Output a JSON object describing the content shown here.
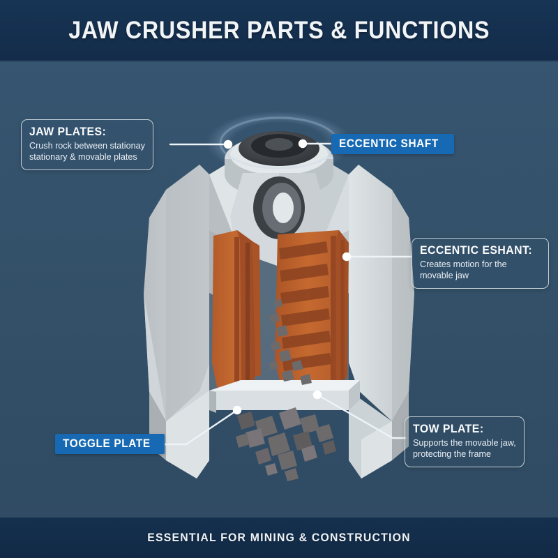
{
  "header": {
    "title": "Jaw Crusher Parts & Functions"
  },
  "footer": {
    "text": "Essential for Mining & Construction"
  },
  "colors": {
    "background": "#355470",
    "band": "#15304f",
    "badge_blue": "#1669b2",
    "callout_stroke": "#e9f0f5",
    "machine_body_light": "#dfe4e6",
    "machine_body_mid": "#c3cacd",
    "machine_body_dark": "#a9aeb0",
    "jaw_plate_orange": "#c2642f",
    "jaw_plate_groove": "#8e4422",
    "bearing_dark": "#3a3f44",
    "rock_gray": "#6d6a6c"
  },
  "callouts": [
    {
      "id": "jaw-plates",
      "style": "outline",
      "title": "JAW PLATES:",
      "body_line_1": "Crush rock between stationay",
      "body_line_2": "stationary & movable plates"
    },
    {
      "id": "eccentric-shaft",
      "style": "badge",
      "title": "ECCENTIC SHAFT"
    },
    {
      "id": "eccentric-eshant",
      "style": "outline",
      "title": "ECCENTIC ESHANT:",
      "body_line_1": "Creates motion for the",
      "body_line_2": "movable jaw"
    },
    {
      "id": "toggle-plate",
      "style": "badge",
      "title": "TOGGLE PLATE"
    },
    {
      "id": "tow-plate",
      "style": "outline",
      "title": "TOW PLATE:",
      "body_line_1": "Supports the movable jaw,",
      "body_line_2": "protecting the frame"
    }
  ],
  "illustration": {
    "subject": "jaw-crusher-cutaway",
    "parts": [
      "frame-housing",
      "eccentric-shaft-bearing-top",
      "eccentric-shaft-bearing-front",
      "stationary-jaw-plate",
      "movable-jaw-plate",
      "toggle-plate",
      "crushed-rock-discharge"
    ]
  }
}
